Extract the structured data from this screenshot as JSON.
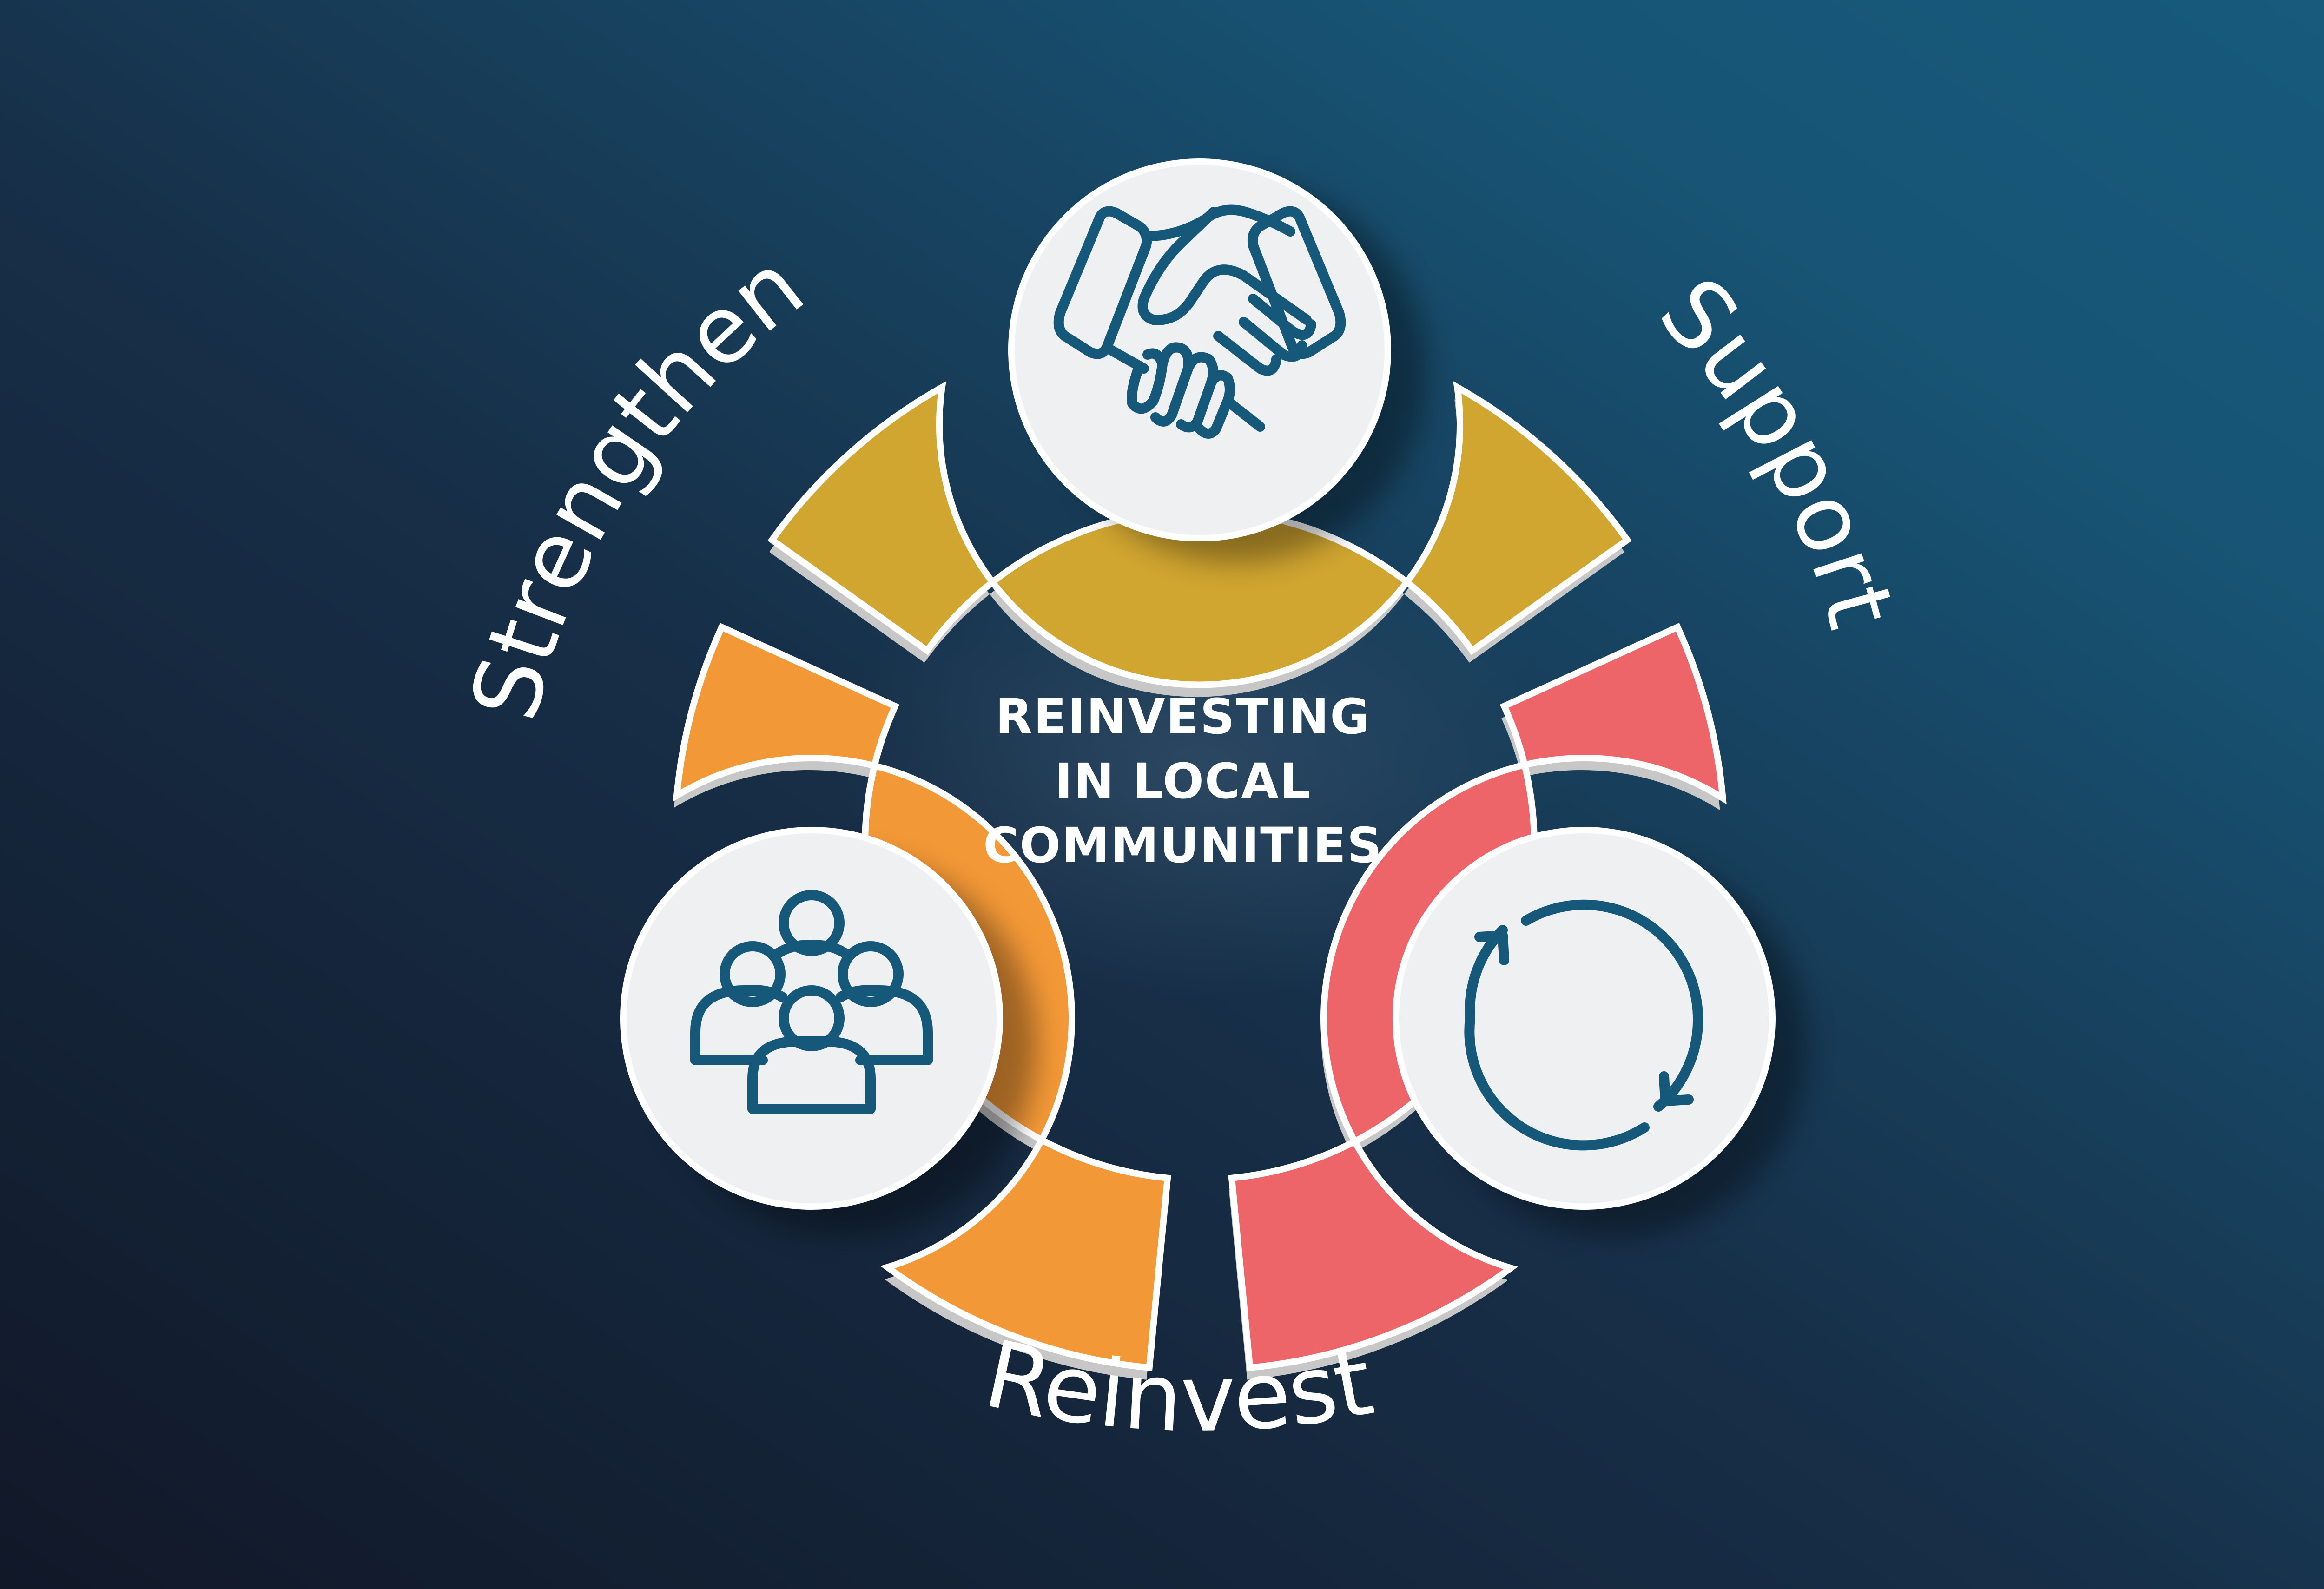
{
  "center": {
    "lines": [
      "REINVESTING",
      "IN LOCAL",
      "COMMUNITIES"
    ]
  },
  "segments": [
    {
      "id": "top",
      "label": "Strengthen",
      "icon": "handshake-icon",
      "color": "#D0A530"
    },
    {
      "id": "left",
      "label": "Reinvest",
      "icon": "group-people-icon",
      "color": "#F39837"
    },
    {
      "id": "right",
      "label": "Support",
      "icon": "refresh-cycle-icon",
      "color": "#EE6569"
    }
  ],
  "colors": {
    "background_dark": "#121a2c",
    "background_light": "#17587a",
    "icon_stroke": "#16587A",
    "icon_fill": "#EFF0F2",
    "outline": "#FFFFFF",
    "edge_shadow": "#C7C7C7"
  }
}
